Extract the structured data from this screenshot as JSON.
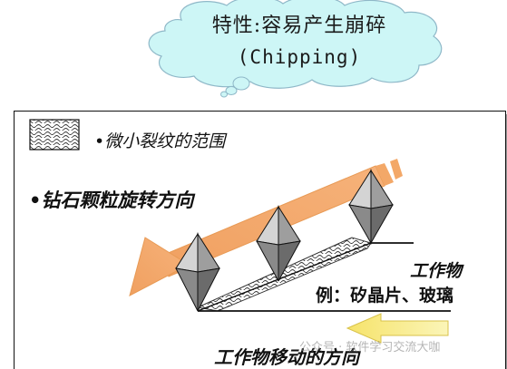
{
  "cloud": {
    "line1": "特性:容易产生崩碎",
    "line2": "(Chipping)"
  },
  "legend": {
    "crack_range_label": "•微小裂纹的范围"
  },
  "labels": {
    "rotation_direction": "•钻石颗粒旋转方向",
    "workpiece": "工作物",
    "example": "例：矽晶片、玻璃",
    "workpiece_move_direction": "工作物移动的方向"
  },
  "watermark": {
    "text": "公众号 · 软件学习交流大咖"
  },
  "colors": {
    "cloud_fill": "#cdf6f6",
    "arrow_orange": "#f3a868",
    "arrow_yellow": "#f7ee8c",
    "diamond_gray": "#9e9e9e",
    "diamond_dark": "#6b6b6b",
    "diamond_light": "#d4d4d4"
  },
  "icons": {
    "wavy_hatch_swatch": "wavy-hatch-legend-icon",
    "diamond_grains": "diamond-grain-icon"
  }
}
